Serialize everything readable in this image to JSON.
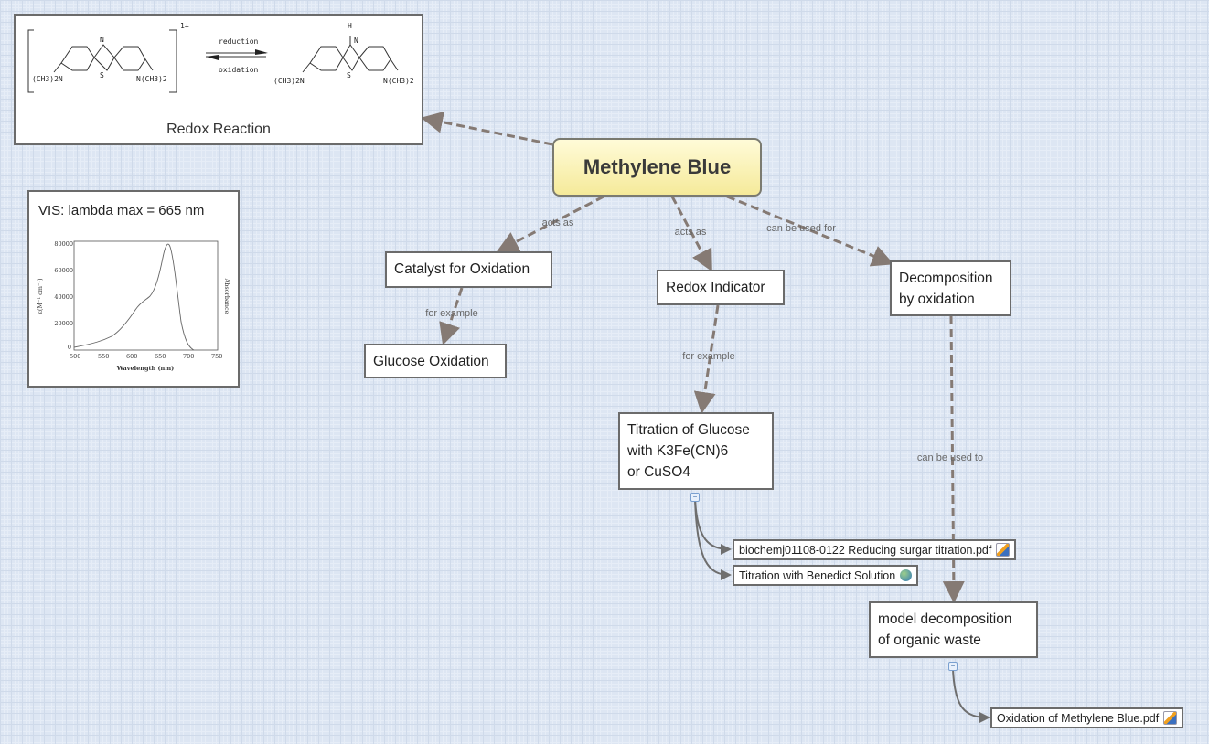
{
  "main_concept": "Methylene Blue",
  "images": {
    "redox": {
      "caption": "Redox Reaction",
      "reduction": "reduction",
      "oxidation": "oxidation",
      "charge": "1+",
      "left_group": "(CH3)2N",
      "right_group": "N(CH3)2",
      "atom_n": "N",
      "atom_s": "S",
      "atom_h": "H"
    },
    "spectrum": {
      "caption": "VIS: lambda max = 665 nm",
      "xlabel": "Wavelength (nm)",
      "ylabel": "ε(M⁻¹ cm⁻¹)",
      "ylabel_right": "Absorbance",
      "xticks": [
        "500",
        "550",
        "600",
        "650",
        "700",
        "750"
      ],
      "yticks": [
        "0",
        "20000",
        "40000",
        "60000",
        "80000"
      ]
    }
  },
  "concepts": {
    "catalyst": "Catalyst for Oxidation",
    "glucose": "Glucose Oxidation",
    "redox_indicator": "Redox Indicator",
    "decomposition": [
      "Decomposition",
      "by oxidation"
    ],
    "titration": [
      "Titration of Glucose",
      "with K3Fe(CN)6",
      "or CuSO4"
    ],
    "model": [
      "model decomposition",
      "of organic waste"
    ]
  },
  "links": {
    "acts_as_1": "acts as",
    "acts_as_2": "acts as",
    "can_be_used_for": "can be used for",
    "for_example_1": "for example",
    "for_example_2": "for example",
    "can_be_used_to": "can be used to"
  },
  "resources": {
    "pdf1": "biochemj01108-0122 Reducing surgar titration.pdf",
    "web1": "Titration with Benedict Solution",
    "pdf2": "Oxidation of Methylene Blue.pdf"
  },
  "colors": {
    "link": "#857a74",
    "main_fill": "#f8eeaa"
  }
}
